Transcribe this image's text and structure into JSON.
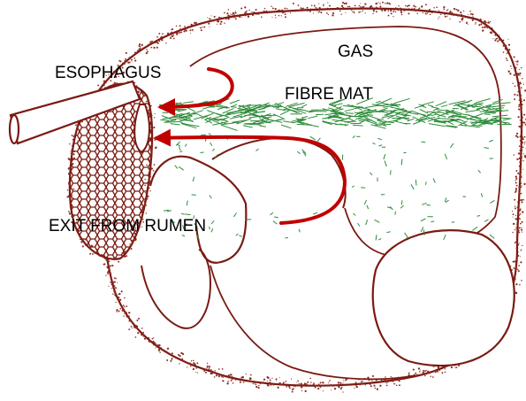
{
  "labels": {
    "gas": "GAS",
    "esophagus": "ESOPHAGUS",
    "fibre_mat": "FIBRE MAT",
    "exit": "EXIT FROM RUMEN"
  },
  "colors": {
    "outline": "#7a1a12",
    "stipple": "#8b2a20",
    "fibre": "#2e8b3a",
    "arrow": "#c00000",
    "text": "#000000"
  }
}
